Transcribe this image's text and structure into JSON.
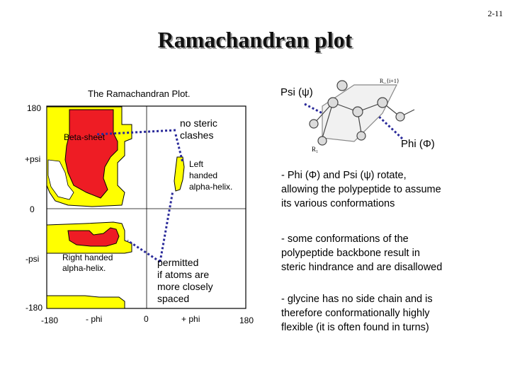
{
  "slide_number": "2-11",
  "title": "Ramachandran plot",
  "plot": {
    "title": "The Ramachandran Plot.",
    "y_ticks": {
      "top": "180",
      "plus": "+psi",
      "zero": "0",
      "minus": "-psi",
      "bottom": "-180"
    },
    "x_ticks": {
      "left": "-180",
      "minus": "- phi",
      "zero": "0",
      "plus": "+ phi",
      "right": "180"
    },
    "regions": {
      "beta_sheet": "Beta-sheet",
      "left_handed": [
        "Left",
        "handed",
        "alpha-helix."
      ],
      "right_handed": [
        "Right handed",
        "alpha-helix."
      ]
    },
    "colors": {
      "allowed": "#ee1c24",
      "marginal": "#ffff00",
      "outline": "#000000"
    }
  },
  "annotations": {
    "no_steric": [
      "no steric",
      "clashes"
    ],
    "permitted": [
      "permitted",
      "if atoms are",
      "more closely",
      "spaced"
    ],
    "psi": "Psi (ψ)",
    "phi": "Phi (Φ)",
    "dot_color": "#2b2b9a"
  },
  "bullets": [
    [
      "- Phi (Φ) and Psi (ψ) rotate,",
      "allowing the polypeptide to assume",
      "its various conformations"
    ],
    [
      "- some conformations of the",
      "polypeptide backbone result in",
      "steric hindrance and are disallowed"
    ],
    [
      "- glycine has no side chain and is",
      "therefore conformationally highly",
      "flexible (it is often found in turns)"
    ]
  ],
  "molecule_labels": {
    "r1": "R₁",
    "rj1": "R_{i+1}"
  }
}
